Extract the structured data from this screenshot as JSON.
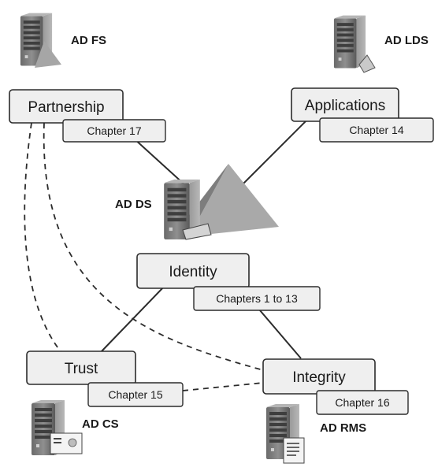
{
  "nodes": {
    "ad_ds": {
      "role": "AD DS",
      "label": "Identity",
      "chapter": "Chapters 1 to 13"
    },
    "ad_fs": {
      "role": "AD FS",
      "label": "Partnership",
      "chapter": "Chapter 17"
    },
    "ad_lds": {
      "role": "AD LDS",
      "label": "Applications",
      "chapter": "Chapter 14"
    },
    "ad_cs": {
      "role": "AD CS",
      "label": "Trust",
      "chapter": "Chapter 15"
    },
    "ad_rms": {
      "role": "AD RMS",
      "label": "Integrity",
      "chapter": "Chapter 16"
    }
  },
  "colors": {
    "box_fill": "#efefef",
    "stroke": "#2b2b2b",
    "server_dark": "#555555",
    "server_light": "#8a8a8a",
    "pyramid": "#9a9a9a"
  },
  "icons": [
    "server-icon",
    "pyramid-icon",
    "certificate-icon",
    "document-icon",
    "tools-icon"
  ]
}
